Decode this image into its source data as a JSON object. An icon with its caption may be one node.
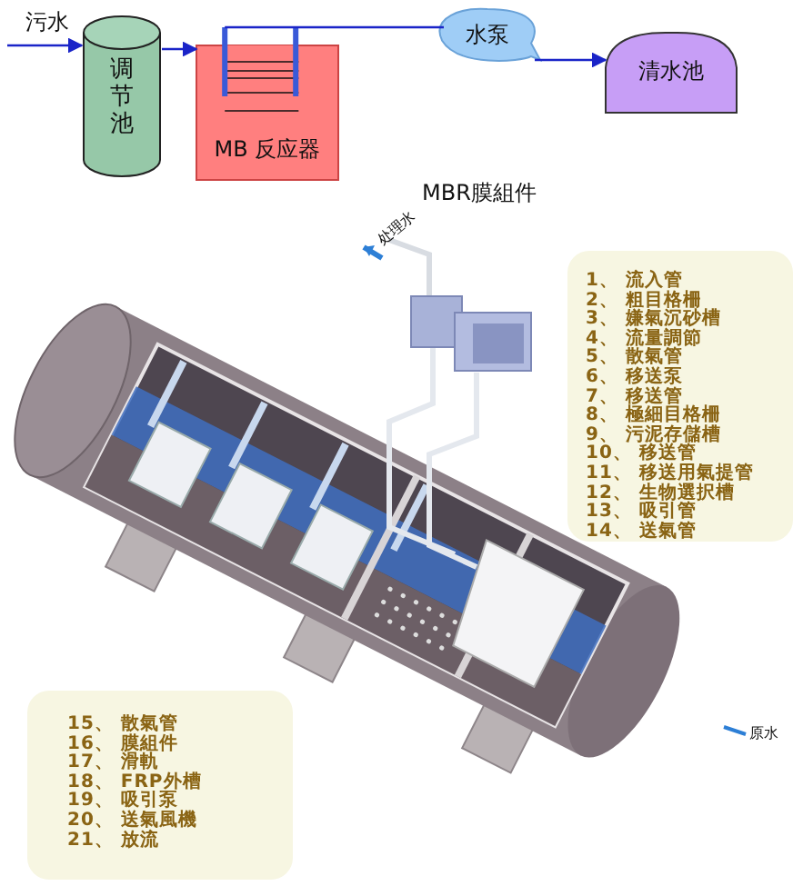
{
  "diagram": {
    "nodes": [
      {
        "text": [
          "污水"
        ]
      },
      {
        "text": [
          "调节池"
        ]
      },
      {
        "text": [
          "MB 反应器"
        ]
      },
      {
        "text": [
          "水泵"
        ]
      },
      {
        "text": [
          "清水池"
        ]
      },
      {
        "text": [
          "1、 流入管",
          "2、 粗目格柵",
          "3、 嫌氣沉砂槽",
          "4、 流量調節",
          "5、 散氣管",
          "6、 移送泵",
          "7、 移送管",
          "8、 極細目格柵",
          "9、 污泥存儲槽",
          "10、 移送管",
          "11、 移送用氣提管",
          "12、 生物選択槽",
          "13、 吸引管",
          "14、 送氣管"
        ]
      },
      {
        "text": [
          "15、 散氣管",
          "16、 膜組件",
          "17、 滑軌",
          "18、 FRP外槽",
          "19、 吸引泵",
          "20、 送氣風機",
          "21、 放流"
        ]
      }
    ],
    "edges": [
      {
        "from": 0,
        "to": 1,
        "arrow": "to"
      },
      {
        "from": 1,
        "to": 2,
        "arrow": "to"
      },
      {
        "from": 2,
        "to": 3,
        "arrow": "none"
      },
      {
        "from": 3,
        "to": 4,
        "arrow": "to"
      }
    ],
    "labels": [
      "MBR膜組件",
      "处理水",
      "原水"
    ]
  }
}
